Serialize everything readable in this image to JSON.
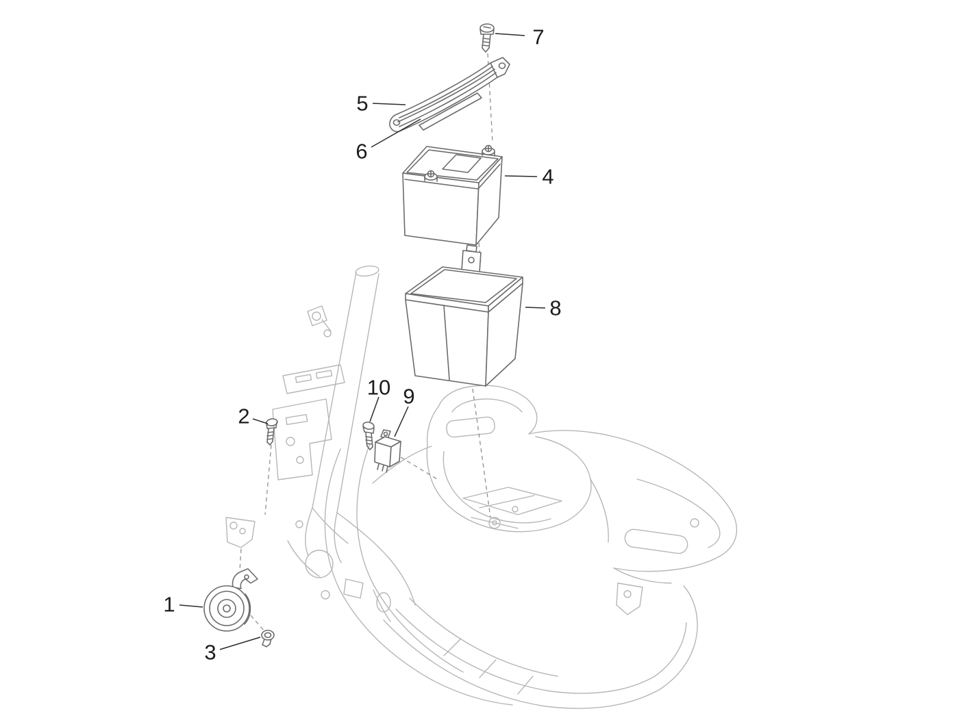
{
  "diagram": {
    "background": "#ffffff",
    "colors": {
      "frame_lines": "#b6b6b6",
      "part_lines": "#6b6b6b",
      "label_text": "#1c1c1c",
      "leader_lines": "#2b2b2b",
      "dashed_lines": "#8f8f8f"
    },
    "callouts": [
      {
        "label": "1"
      },
      {
        "label": "2"
      },
      {
        "label": "3"
      },
      {
        "label": "4"
      },
      {
        "label": "5"
      },
      {
        "label": "6"
      },
      {
        "label": "7"
      },
      {
        "label": "8"
      },
      {
        "label": "9"
      },
      {
        "label": "10"
      }
    ]
  }
}
